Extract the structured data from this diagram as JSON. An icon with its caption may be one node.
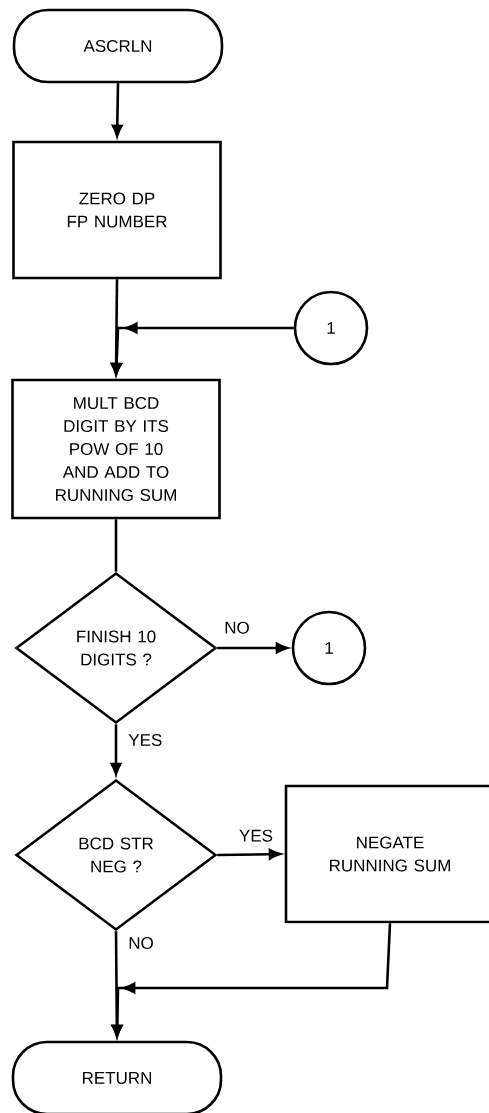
{
  "diagram": {
    "nodes": [
      {
        "text": [
          "ASCRLN"
        ]
      },
      {
        "text": [
          "ZERO DP FP NUMBER"
        ]
      },
      {
        "text": [
          "1"
        ]
      },
      {
        "text": [
          "MULT BCD DIGIT BY ITS POW OF 10 AND ADD TO RUNNING SUM"
        ]
      },
      {
        "text": [
          "FINISH 10 DIGITS ?"
        ]
      },
      {
        "text": [
          "1"
        ]
      },
      {
        "text": [
          "BCD STR NEG ?"
        ]
      },
      {
        "text": [
          "NEGATE RUNNING SUM"
        ]
      },
      {
        "text": [
          "RETURN"
        ]
      }
    ],
    "edges": [
      {
        "from": 0,
        "to": 1,
        "arrow": "to"
      },
      {
        "from": 1,
        "to": 3,
        "arrow": "to"
      },
      {
        "from": 2,
        "to": 3,
        "arrow": "to"
      },
      {
        "from": 3,
        "to": 4,
        "arrow": "none"
      },
      {
        "from": 4,
        "to": 5,
        "arrow": "to",
        "label": "NO"
      },
      {
        "from": 4,
        "to": 6,
        "arrow": "to",
        "label": "YES"
      },
      {
        "from": 6,
        "to": 7,
        "arrow": "to",
        "label": "YES"
      },
      {
        "from": 6,
        "to": 8,
        "arrow": "to",
        "label": "NO"
      },
      {
        "from": 7,
        "to": 8,
        "arrow": "to"
      }
    ]
  }
}
